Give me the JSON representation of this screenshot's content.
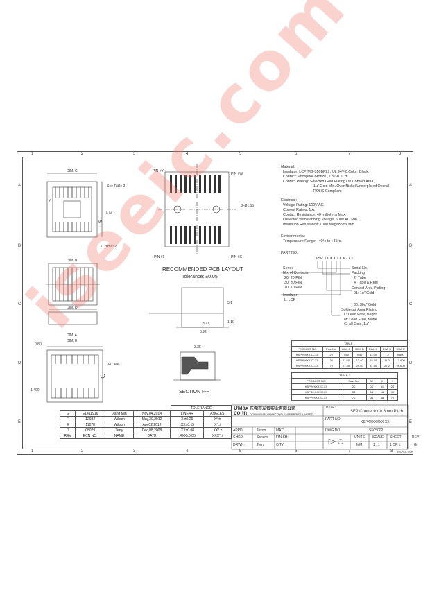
{
  "grid": {
    "top_numbers": [
      "1",
      "2",
      "3",
      "4",
      "5",
      "6",
      "7",
      "8"
    ],
    "bottom_numbers": [
      "1",
      "2",
      "3",
      "4",
      "5",
      "6",
      "7",
      "8"
    ],
    "side_letters": [
      "A",
      "B",
      "C",
      "D",
      "E"
    ]
  },
  "drawing_labels": {
    "dim_c": "DIM. C",
    "see_table": "See Table 2",
    "y": "Y",
    "w": "W",
    "dim_772": "7.72",
    "dim_020": "0.20±0.02",
    "dim_b": "DIM. B",
    "dim_d": "DIM. D",
    "dim_a": "DIM. A",
    "dim_e": "DIM. E",
    "dim_080": "0.80",
    "dim_140": "Ø1.400",
    "dim_1400": "1.400",
    "pin_top_left": "PIN #Y",
    "pin_top_right": "PIN #W",
    "pin_bottom_left": "PIN #1",
    "pin_bottom_right": "PIN #X",
    "hole_label": "2-Ø1.55",
    "recommended_pcb": "RECOMMENDED PCB LAYOUT",
    "tolerance_note": "Tolerance: ±0.05",
    "dim_371": "3.71",
    "dim_892": "8.92",
    "dim_51": "5.1",
    "dim_10": "1.10",
    "section": "SECTION F-F",
    "dim_335": "3.35"
  },
  "notes": {
    "material_heading": "Material:",
    "material_lines": [
      "Insulator: LCP(MG-350BRL) , UL 94V-0,Color: Black.",
      "Contact: Phosphor Bronze , C5191 0.2t",
      "Contact Plating: Selected Gold Plating On Contact Area,",
      "1u\" Gold Min. Over Nickel Underplated Overall.",
      "ROHS Compliant"
    ],
    "electrical_heading": "Electrical:",
    "electrical_lines": [
      "Voltage Rating: 100V AC.",
      "Current Rating: 1 A.",
      "Contact Resistance: 40 milliohms Max.",
      "Dielectric Withstanding Voltage: 500V AC Min.",
      "Insulation Resistance: 1000 Megaohms Min."
    ],
    "environmental_heading": "Environmental:",
    "environmental_lines": [
      "Temperature Range: -40°c to +85°c."
    ],
    "part_no_heading": "PART NO.",
    "part_code": "KSP XX X X XX X - XX",
    "part_left": [
      "Series",
      "No. of Contacts",
      "20: 20 PIN",
      "30: 30 PIN",
      "70: 70 PIN",
      "Insulator",
      "L: LCP"
    ],
    "part_right": [
      "Serial No.",
      "Packing",
      "2: Tube",
      "4: Tape & Reel",
      "Contact Area Plating",
      "01: 1u\" Gold",
      "",
      "30: 30u\" Gold",
      "Soldertail Area Plating",
      "L: Lead Free, Bright",
      "M: Lead Free, Matte",
      "G: All Gold, 1u\""
    ]
  },
  "table1": {
    "title": "TABLE 1",
    "headers": [
      "PRODUCT NO.",
      "Pos. No.",
      "DIM. A",
      "DIM. B",
      "DIM. C",
      "DIM. D",
      "DIM. E"
    ],
    "rows": [
      [
        "KSP20XXXXX-XX",
        "20",
        "7.60",
        "9.40",
        "11.00",
        "7.2",
        "9.800"
      ],
      [
        "KSP30XXXXX-XX",
        "30",
        "11.60",
        "13.40",
        "15.00",
        "11.2",
        "13.600"
      ],
      [
        "KSP70XXXXX-XX",
        "70",
        "27.60",
        "29.40",
        "31.00",
        "27.2",
        "29.600"
      ]
    ]
  },
  "table2": {
    "title": "TABLE 2",
    "headers": [
      "PRODUCT NO.",
      "Pos. No.",
      "W",
      "X",
      "Y"
    ],
    "rows": [
      [
        "KSP20XXXXX-XX",
        "20",
        "10",
        "11",
        "20"
      ],
      [
        "KSP30XXXXX-XX",
        "30",
        "15",
        "16",
        "30"
      ],
      [
        "KSP70XXXXX-XX",
        "70",
        "35",
        "36",
        "70"
      ]
    ]
  },
  "revisions": {
    "rows": [
      [
        "G",
        "E1411916",
        "Jiang Min",
        "Nov,04,2014"
      ],
      [
        "F",
        "12032",
        "Willson",
        "May,30,2012"
      ],
      [
        "E",
        "11078",
        "Willson",
        "Apr,02,2012"
      ],
      [
        "D",
        "08079",
        "Terry",
        "Dec,08,2008"
      ]
    ],
    "header": [
      "REV",
      "ECN NO.",
      "NAME",
      "DATE"
    ]
  },
  "tolerance": {
    "title": "TOLERANCE",
    "header": [
      "LINEAR",
      "ANGLES"
    ],
    "rows": [
      [
        "X.±0.20",
        "X°.±"
      ],
      [
        ".XX±0.15",
        ".X°.±"
      ],
      [
        ".XX±0.08",
        ".XX°.±"
      ],
      [
        ".XXX±0.05",
        ".XXX°.±"
      ]
    ]
  },
  "title_block": {
    "logo_top": "UMax",
    "logo_bottom": "conn",
    "company_cn": "东莞市友贸实业有限公司",
    "company_en": "DONGGUAN UMAXCONN ENTERPRISE LIMITED",
    "title_label": "TITLE:",
    "title_value": "SFP Connector 0.8mm Pitch",
    "part_no_label": "PART NO.",
    "part_no_value": "KSPXXXXXXX-XX",
    "dwg_no_label": "DWG NO.",
    "dwg_no_value": "SF05002",
    "appd_label": "APPD:",
    "appd_value": "Jason",
    "matl_label": "MAT'L:",
    "chkd_label": "CHKD:",
    "chkd_value": "Schumi",
    "finish_label": "FINISH:",
    "drwn_label": "DRWN:",
    "drwn_value": "Terry",
    "qty_label": "Q'TY:",
    "units_label": "UNITS",
    "units_value": "MM",
    "scale_label": "SCALE",
    "scale_value": "1 : 1",
    "sheet_label": "SHEET",
    "sheet_value": "1 OF 1",
    "rev_label": "REV",
    "rev_value": "G"
  },
  "inspection_label": "INSPECTION",
  "watermark": "iseeic.com",
  "colors": {
    "line": "#555555",
    "watermark": "#f0786e"
  }
}
